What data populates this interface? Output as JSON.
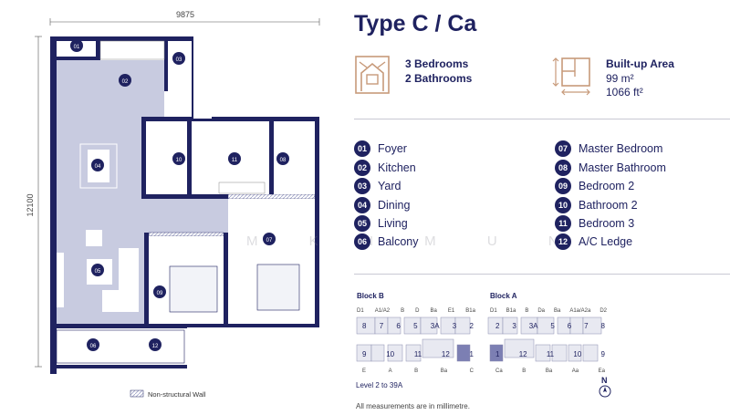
{
  "title": "Type C / Ca",
  "features": {
    "bedrooms": "3 Bedrooms",
    "bathrooms": "2 Bathrooms",
    "area_label": "Built-up Area",
    "area_m2": "99 m²",
    "area_ft2": "1066 ft²"
  },
  "plan": {
    "width_dim": "9875",
    "height_dim": "12100",
    "wall_legend": "Non-structural Wall",
    "room_markers": [
      "01",
      "02",
      "03",
      "04",
      "05",
      "06",
      "07",
      "08",
      "09",
      "10",
      "11",
      "12"
    ]
  },
  "legend": [
    {
      "num": "01",
      "label": "Foyer"
    },
    {
      "num": "02",
      "label": "Kitchen"
    },
    {
      "num": "03",
      "label": "Yard"
    },
    {
      "num": "04",
      "label": "Dining"
    },
    {
      "num": "05",
      "label": "Living"
    },
    {
      "num": "06",
      "label": "Balcony"
    },
    {
      "num": "07",
      "label": "Master Bedroom"
    },
    {
      "num": "08",
      "label": "Master Bathroom"
    },
    {
      "num": "09",
      "label": "Bedroom 2"
    },
    {
      "num": "10",
      "label": "Bathroom 2"
    },
    {
      "num": "11",
      "label": "Bedroom 3"
    },
    {
      "num": "12",
      "label": "A/C Ledge"
    }
  ],
  "key_plan": {
    "block_b": "Block B",
    "block_a": "Block A",
    "level": "Level 2 to 39A",
    "note": "All measurements are in millimetre.",
    "north": "N",
    "b_top_labels": [
      "D1",
      "A1/A2",
      "B",
      "D",
      "Ba",
      "E1",
      "B1a"
    ],
    "b_top_units": [
      "8",
      "7",
      "6",
      "5",
      "3A",
      "3",
      "2"
    ],
    "b_bottom_units": [
      "9",
      "10",
      "11",
      "12",
      "1"
    ],
    "b_bottom_labels": [
      "E",
      "A",
      "B",
      "Ba",
      "C"
    ],
    "a_top_labels": [
      "D1",
      "B1a",
      "B",
      "Da",
      "Ba",
      "A1a/A2a",
      "D2"
    ],
    "a_top_units": [
      "2",
      "3",
      "3A",
      "5",
      "6",
      "7",
      "8"
    ],
    "a_bottom_units": [
      "1",
      "12",
      "11",
      "10",
      "9"
    ],
    "a_bottom_labels": [
      "Ca",
      "B",
      "Ba",
      "Aa",
      "Ea"
    ]
  },
  "watermark": "M K I M U N",
  "colors": {
    "navy": "#1f2260",
    "floor": "#c8cbe0",
    "accent": "#c79a7a",
    "wall_hatch": "#9fa3c7"
  }
}
